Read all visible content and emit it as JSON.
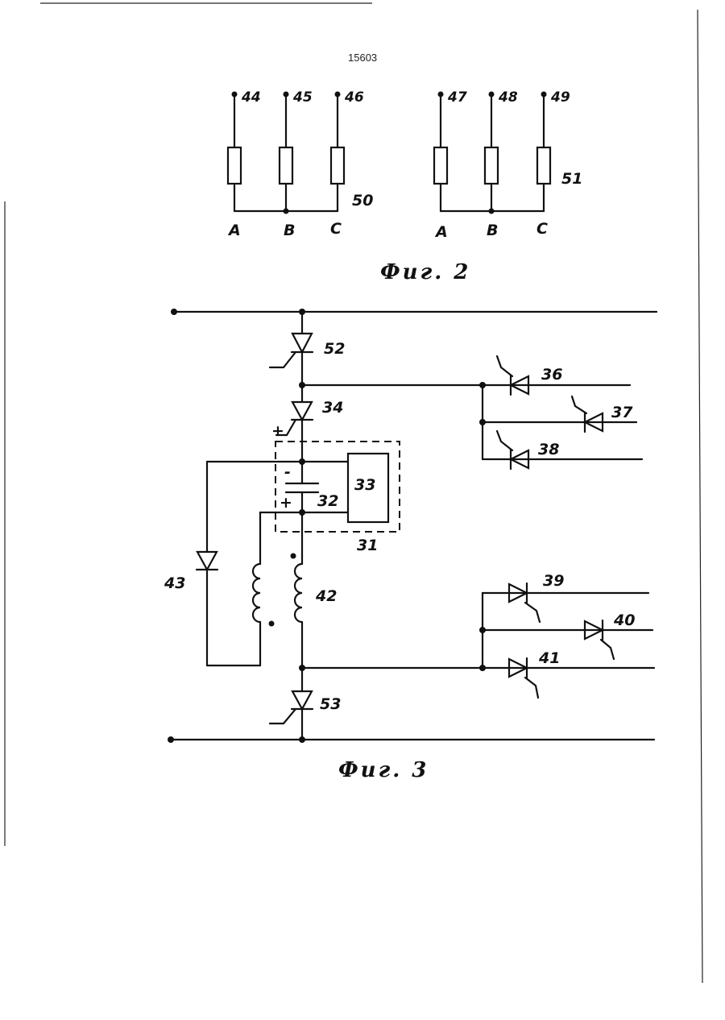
{
  "page_number": "15603",
  "fig2": {
    "caption": "Фиг. 2",
    "left_group": {
      "terminals": [
        "44",
        "45",
        "46"
      ],
      "label": "50",
      "phases": [
        "A",
        "B",
        "C"
      ]
    },
    "right_group": {
      "terminals": [
        "47",
        "48",
        "49"
      ],
      "label": "51",
      "phases": [
        "A",
        "B",
        "C"
      ]
    }
  },
  "fig3": {
    "caption": "Фиг. 3",
    "labels": {
      "t52": "52",
      "t34": "34",
      "t53": "53",
      "t36": "36",
      "t37": "37",
      "t38": "38",
      "t39": "39",
      "t40": "40",
      "t41": "41",
      "c32": "32",
      "b33": "33",
      "m31": "31",
      "d43": "43",
      "l42": "42",
      "minus": "-",
      "plus": "+",
      "plus_top": "+"
    }
  }
}
